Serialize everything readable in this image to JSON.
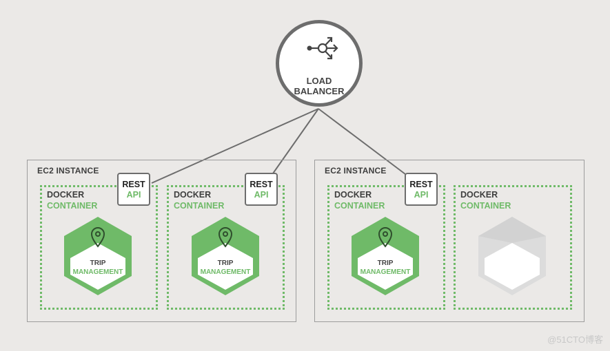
{
  "load_balancer": {
    "line1": "LOAD",
    "line2": "BALANCER",
    "icon": "router-arrows-icon"
  },
  "instances": [
    {
      "label": "EC2 INSTANCE",
      "containers": [
        {
          "line1": "DOCKER",
          "line2": "CONTAINER",
          "service": {
            "line1": "TRIP",
            "line2": "MANAGEMENT"
          },
          "rest": {
            "line1": "REST",
            "line2": "API"
          }
        },
        {
          "line1": "DOCKER",
          "line2": "CONTAINER",
          "service": {
            "line1": "TRIP",
            "line2": "MANAGEMENT"
          },
          "rest": {
            "line1": "REST",
            "line2": "API"
          }
        }
      ]
    },
    {
      "label": "EC2 INSTANCE",
      "containers": [
        {
          "line1": "DOCKER",
          "line2": "CONTAINER",
          "service": {
            "line1": "TRIP",
            "line2": "MANAGEMENT"
          },
          "rest": {
            "line1": "REST",
            "line2": "API"
          }
        },
        {
          "line1": "DOCKER",
          "line2": "CONTAINER",
          "empty": true
        }
      ]
    }
  ],
  "watermark": "@51CTO博客",
  "colors": {
    "accent": "#6fba68",
    "accent_light": "#a9d5a1",
    "border": "#6d6d6d",
    "background": "#ebe9e7"
  }
}
